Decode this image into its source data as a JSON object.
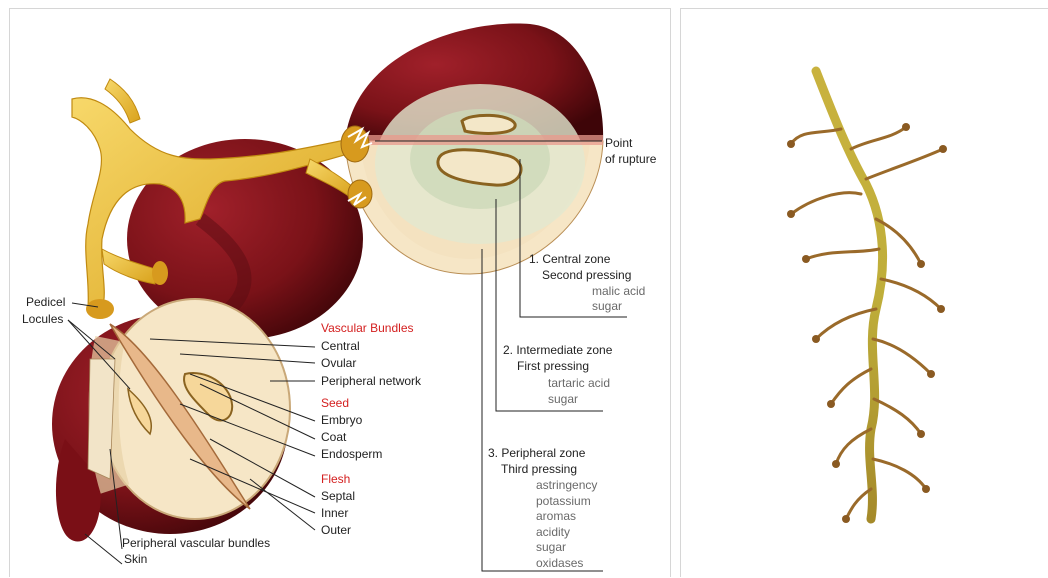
{
  "left_labels": {
    "pedicel": "Pedicel",
    "locules": "Locules",
    "vascular_bundles_heading": "Vascular Bundles",
    "central": "Central",
    "ovular": "Ovular",
    "peripheral_network": "Peripheral network",
    "seed_heading": "Seed",
    "embryo": "Embryo",
    "coat": "Coat",
    "endosperm": "Endosperm",
    "flesh_heading": "Flesh",
    "septal": "Septal",
    "inner": "Inner",
    "outer": "Outer",
    "peripheral_vascular_bundles": "Peripheral vascular bundles",
    "skin": "Skin"
  },
  "rupture": {
    "line1": "Point",
    "line2": "of rupture"
  },
  "zones": [
    {
      "title": "1. Central zone",
      "pressing": "Second pressing",
      "items": [
        "malic acid",
        "sugar"
      ]
    },
    {
      "title": "2. Intermediate zone",
      "pressing": "First pressing",
      "items": [
        "tartaric acid",
        "sugar"
      ]
    },
    {
      "title": "3. Peripheral zone",
      "pressing": "Third pressing",
      "items": [
        "astringency",
        "potassium",
        "aromas",
        "acidity",
        "sugar",
        "oxidases"
      ]
    }
  ],
  "colors": {
    "skin_dark": "#5e0a10",
    "skin_mid": "#8a1a1f",
    "flesh": "#f3e3c4",
    "stem": "#f0c23a",
    "heading_red": "#d42020"
  }
}
